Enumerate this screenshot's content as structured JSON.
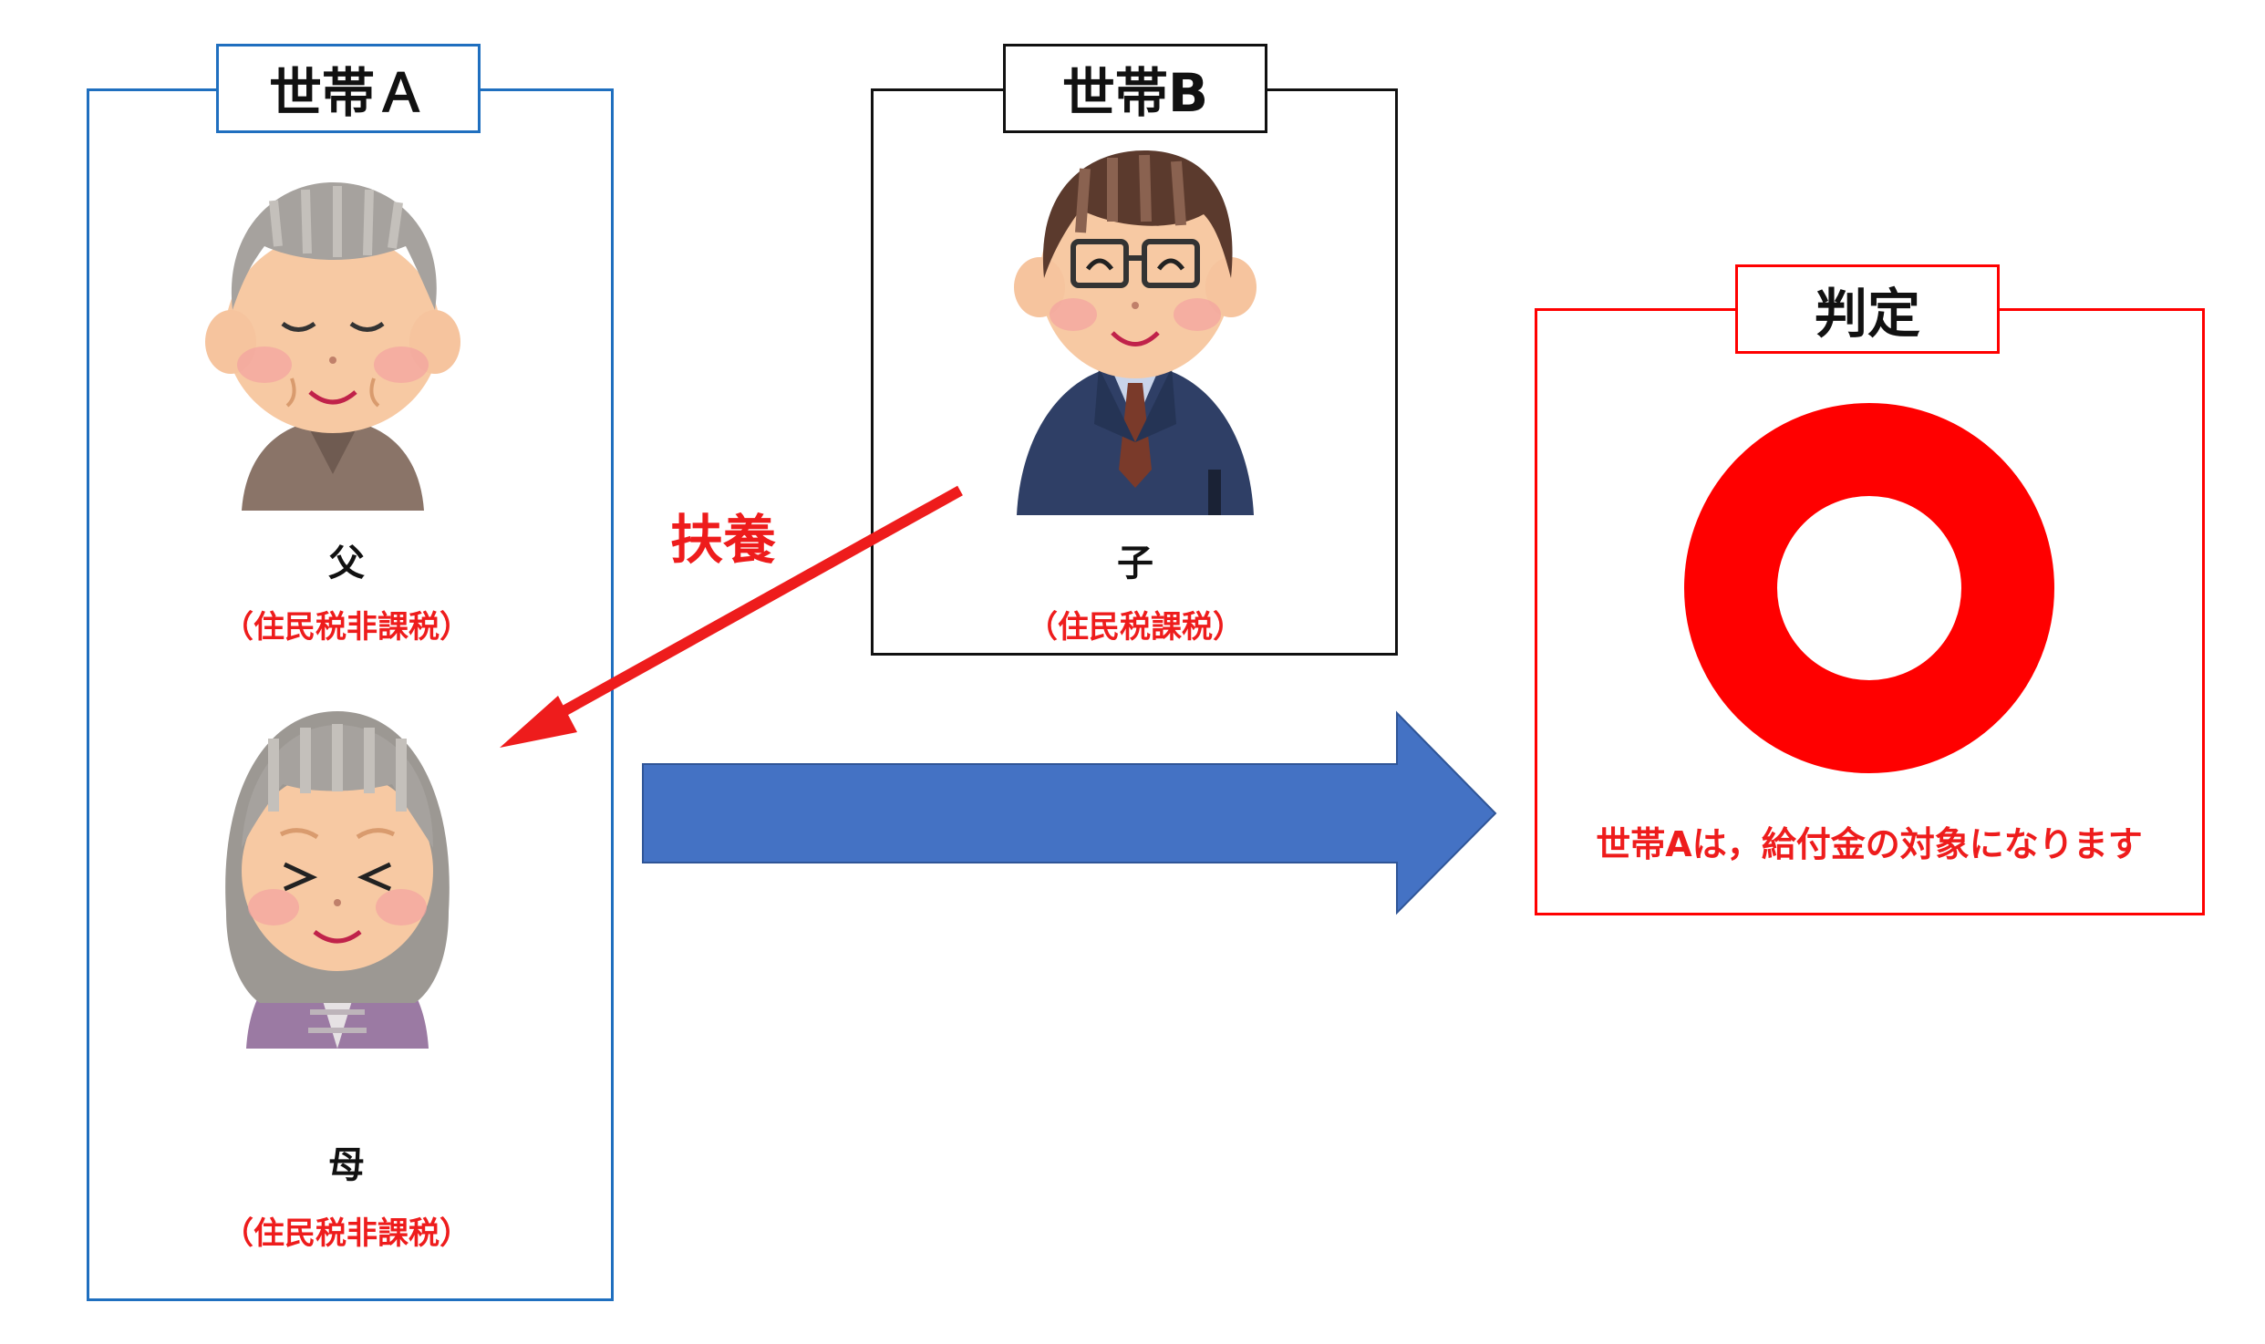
{
  "household_a": {
    "title": "世帯Ａ",
    "members": [
      {
        "name": "父",
        "status": "（住民税非課税）",
        "figure": "elderly-man-icon"
      },
      {
        "name": "母",
        "status": "（住民税非課税）",
        "figure": "elderly-woman-icon"
      }
    ],
    "border_color": "#1f6fbf"
  },
  "household_b": {
    "title": "世帯B",
    "members": [
      {
        "name": "子",
        "status": "（住民税課税）",
        "figure": "office-man-icon"
      }
    ],
    "border_color": "#111111"
  },
  "dependency_label": "扶養",
  "judgement": {
    "title": "判定",
    "result_symbol": "maru-circle-icon",
    "result_text": "世帯Aは，給付金の対象になります",
    "color": "#ff0000"
  },
  "arrow_color": "#4472c4",
  "accent_red": "#ee1c1c"
}
